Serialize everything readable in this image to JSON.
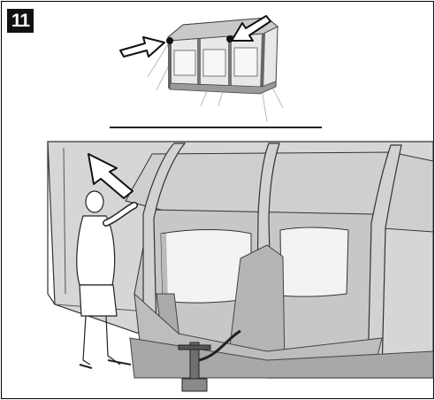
{
  "step": {
    "number": "11"
  },
  "icons": {
    "step_badge": "step-number-badge",
    "detail_view": "awning-detail-illustration",
    "main_view": "inflating-awning-illustration",
    "arrow_left": "push-arrow-icon",
    "arrow_right": "push-arrow-icon",
    "arrow_up": "lift-arrow-icon",
    "pump": "hand-pump-icon"
  },
  "colors": {
    "awning_fill": "#d9d9d9",
    "awning_dark": "#8a8a8a",
    "outline": "#222222",
    "window": "#f1f1f1"
  }
}
